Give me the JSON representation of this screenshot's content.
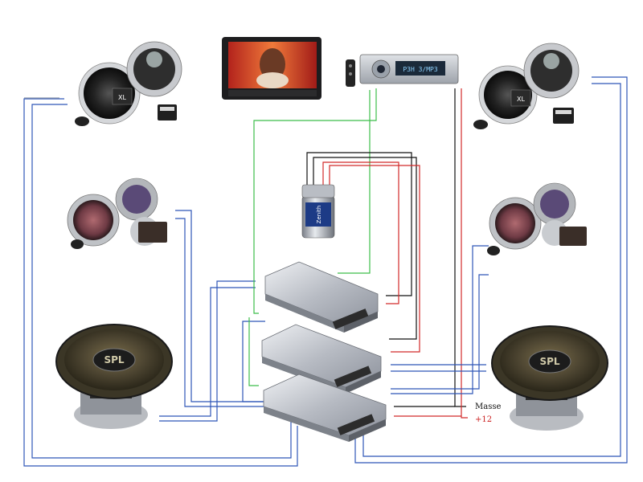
{
  "labels": {
    "ground": "Masse",
    "plus12": "+12"
  },
  "branding": {
    "speaker_badge": "XL",
    "subwoofer_brand": "SPL",
    "capacitor_brand": "Zenith",
    "headunit_display": "P3H 3/MP3"
  },
  "colors": {
    "wire_blue": "#2f56b8",
    "wire_green": "#3cbe4a",
    "wire_red": "#d22a2a",
    "wire_black": "#111111",
    "wire_gray": "#8a96ad",
    "label_red": "#cc2222",
    "chrome": "#c9ccd2",
    "speaker_dark": "#1a1a1a"
  },
  "icons": [
    "component-speaker-set-icon",
    "midrange-speaker-set-icon",
    "subwoofer-icon",
    "amplifier-icon",
    "capacitor-icon",
    "monitor-icon",
    "head-unit-icon",
    "remote-icon"
  ]
}
